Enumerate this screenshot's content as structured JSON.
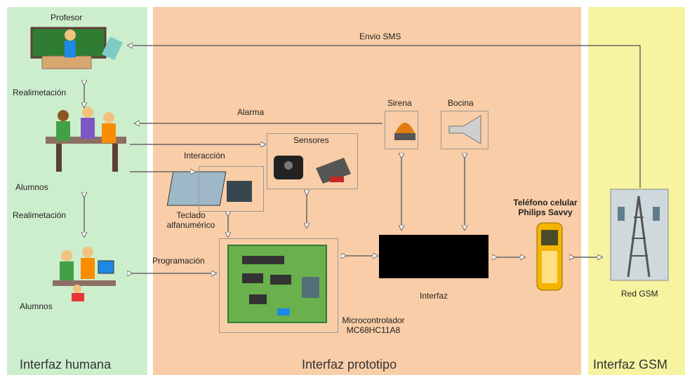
{
  "zones": {
    "human": "Interfaz humana",
    "prototype": "Interfaz prototipo",
    "gsm": "Interfaz GSM"
  },
  "nodes": {
    "profesor": "Profesor",
    "realimentacion_top": "Realimetación",
    "alumnos_top": "Alumnos",
    "realimentacion_bottom": "Realimetación",
    "alumnos_bottom": "Alumnos",
    "sensores": "Sensores",
    "teclado_line1": "Teclado",
    "teclado_line2": "alfanumérico",
    "sirena": "Sirena",
    "bocina": "Bocina",
    "interfaz": "Interfaz",
    "micro_line1": "Microcontrolador",
    "micro_line2": "MC68HC11A8",
    "telefono_line1": "Teléfono celular",
    "telefono_line2": "Philips Savvy",
    "red_gsm": "Red GSM"
  },
  "edges": {
    "envio_sms": "Envio SMS",
    "alarma": "Alarma",
    "interaccion": "Interacción",
    "programacion": "Programación"
  },
  "colors": {
    "human_zone": "#cdeecd",
    "prototype_zone": "#f8cda7",
    "gsm_zone": "#f6f4a0",
    "interface_box": "#000000",
    "siren": "#e07b10"
  }
}
